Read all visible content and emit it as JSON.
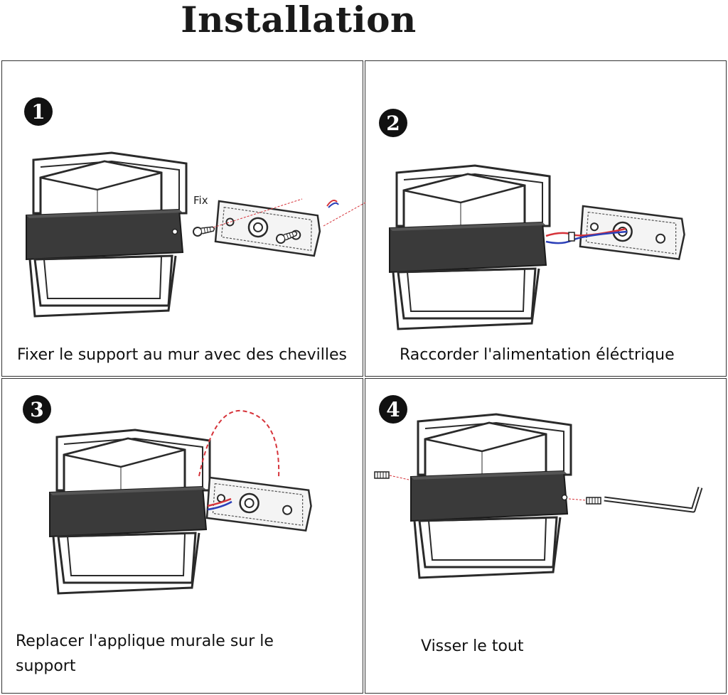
{
  "title": "Installation",
  "steps": [
    {
      "number": "1",
      "caption": "Fixer le support au mur avec des chevilles",
      "label": "Fix"
    },
    {
      "number": "2",
      "caption": "Raccorder l'alimentation éléctrique"
    },
    {
      "number": "3",
      "caption_line1": "Replacer l'applique murale sur le",
      "caption_line2": "support"
    },
    {
      "number": "4",
      "caption": "Visser le tout"
    }
  ],
  "colors": {
    "wire_red": "#d6333a",
    "wire_blue": "#2b3fb8",
    "outline": "#2a2a2a",
    "band": "#3a3a3a"
  }
}
